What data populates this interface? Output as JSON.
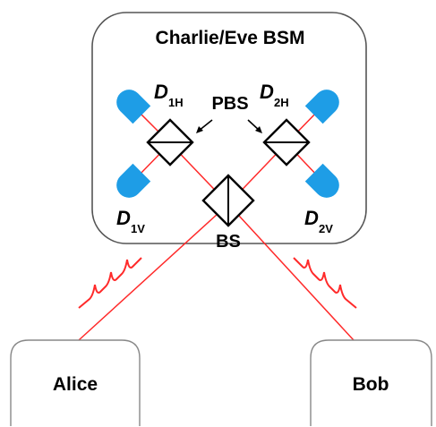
{
  "title": "Charlie/Eve BSM",
  "parties": {
    "alice": "Alice",
    "bob": "Bob"
  },
  "components": {
    "beam_splitter": "BS",
    "polarizing_beam_splitter": "PBS"
  },
  "detectors": {
    "d1h": {
      "base": "D",
      "sub": "1H"
    },
    "d2h": {
      "base": "D",
      "sub": "2H"
    },
    "d1v": {
      "base": "D",
      "sub": "1V"
    },
    "d2v": {
      "base": "D",
      "sub": "2V"
    }
  },
  "colors": {
    "laser": "#ff2a2a",
    "detector": "#1e9de6",
    "box_stroke": "#555555",
    "party_stroke": "#888888"
  },
  "icons": {
    "detector": "detector-icon",
    "pulse": "pulse-icon",
    "arrow": "arrow-icon"
  }
}
